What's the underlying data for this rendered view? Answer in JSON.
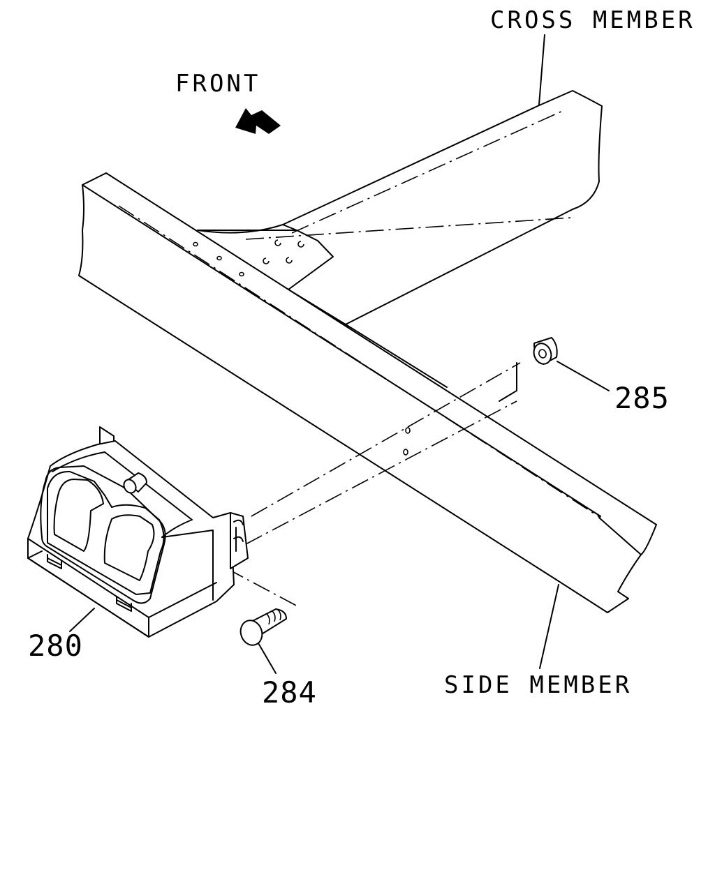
{
  "labels": {
    "cross_member": "CROSS MEMBER",
    "front": "FRONT",
    "side_member": "SIDE MEMBER"
  },
  "parts": {
    "p280": "280",
    "p284": "284",
    "p285": "285"
  },
  "colors": {
    "line": "#000000",
    "background": "#ffffff"
  },
  "icons": {
    "direction_arrow": "front-arrow-icon"
  }
}
